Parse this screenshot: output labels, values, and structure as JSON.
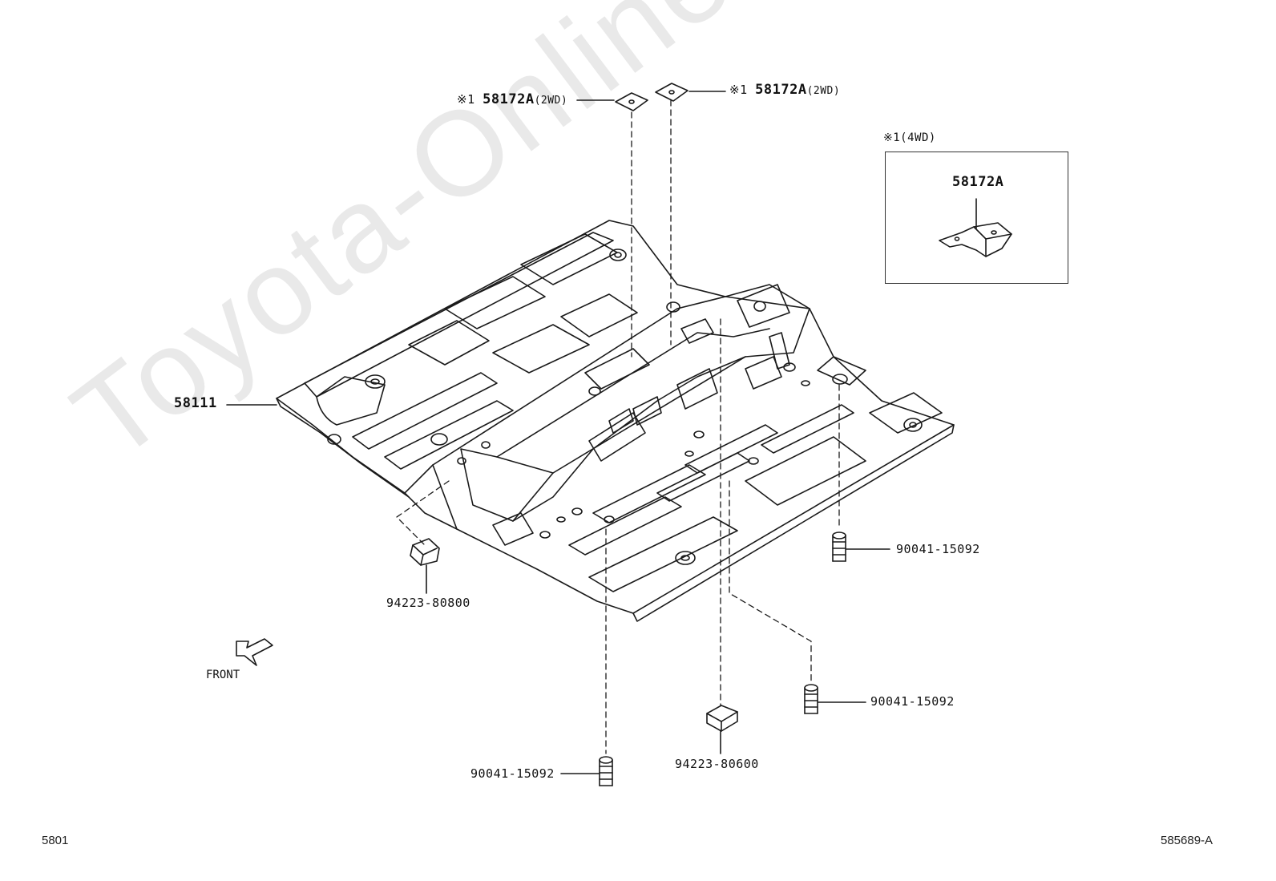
{
  "watermark": "Toyota-Online.ru",
  "callouts": {
    "top_left_tag": {
      "mark": "※1",
      "part": "58172A",
      "note": "(2WD)"
    },
    "top_right_tag": {
      "mark": "※1",
      "part": "58172A",
      "note": "(2WD)"
    },
    "floor_panel": "58111",
    "nut_left": "94223-80800",
    "nut_center": "94223-80600",
    "plug_right_upper": "90041-15092",
    "plug_right_lower": "90041-15092",
    "plug_bottom": "90041-15092"
  },
  "inset": {
    "caption": "※1(4WD)",
    "part": "58172A"
  },
  "front_indicator": "FRONT",
  "footer": {
    "left_code": "5801",
    "right_code": "585689-A"
  },
  "colors": {
    "line": "#1a1a1a",
    "watermark": "#e9e9e9"
  }
}
